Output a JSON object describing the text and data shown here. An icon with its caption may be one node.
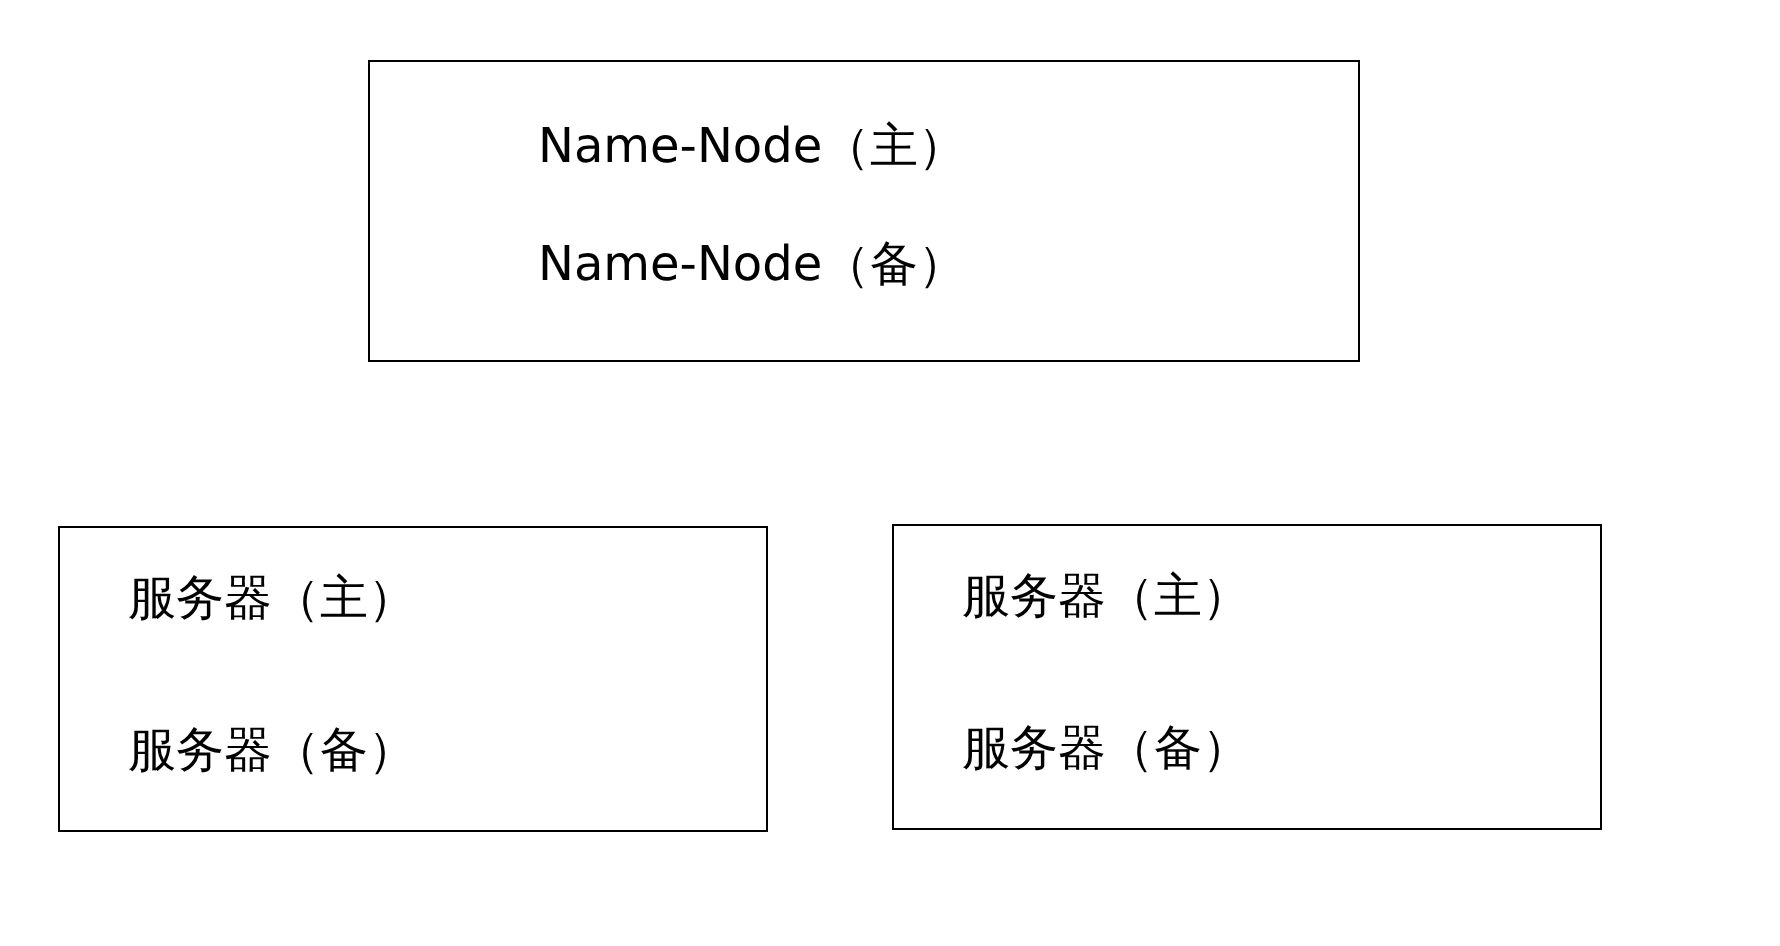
{
  "diagram": {
    "nodes": [
      {
        "text": [
          "Name-Node（主）",
          "Name-Node（备）"
        ]
      },
      {
        "text": [
          "服务器（主）",
          "服务器（备）"
        ]
      },
      {
        "text": [
          "服务器（主）",
          "服务器（备）"
        ]
      }
    ]
  }
}
